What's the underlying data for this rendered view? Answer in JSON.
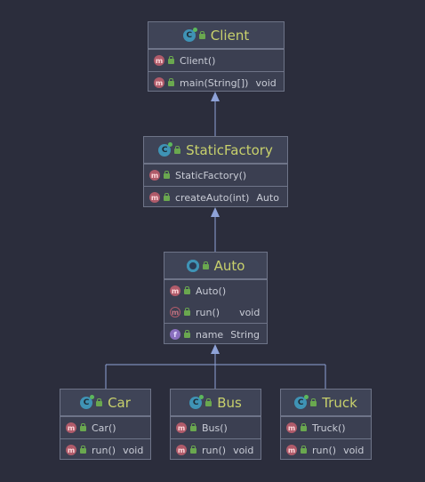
{
  "classes": {
    "client": {
      "title": "Client",
      "icon": "class-icon",
      "members": {
        "constructor": "Client()",
        "method_name": "main(String[])",
        "method_type": "void"
      }
    },
    "static_factory": {
      "title": "StaticFactory",
      "icon": "class-icon",
      "members": {
        "constructor": "StaticFactory()",
        "method_name": "createAuto(int)",
        "method_type": "Auto"
      }
    },
    "auto": {
      "title": "Auto",
      "icon": "abstract-class-icon",
      "members": {
        "constructor": "Auto()",
        "method_name": "run()",
        "method_type": "void",
        "field_name": "name",
        "field_type": "String"
      }
    },
    "car": {
      "title": "Car",
      "icon": "class-icon",
      "members": {
        "constructor": "Car()",
        "method_name": "run()",
        "method_type": "void"
      }
    },
    "bus": {
      "title": "Bus",
      "icon": "class-icon",
      "members": {
        "constructor": "Bus()",
        "method_name": "run()",
        "method_type": "void"
      }
    },
    "truck": {
      "title": "Truck",
      "icon": "class-icon",
      "members": {
        "constructor": "Truck()",
        "method_name": "run()",
        "method_type": "void"
      }
    }
  },
  "icon_letters": {
    "class": "C",
    "abstract": "",
    "method": "m",
    "field": "f"
  },
  "colors": {
    "background": "#2b2d3c",
    "class_title": "#c8d16c",
    "border": "#6e7488",
    "arrow": "#8fa3d8"
  }
}
